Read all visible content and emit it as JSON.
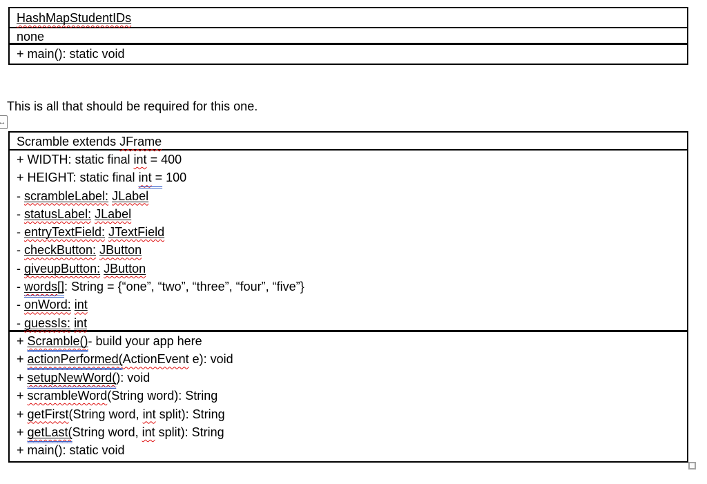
{
  "colors": {
    "text_ink": "#111111",
    "spellcheck_red": "#e01212",
    "grammar_blue": "#3e66cc",
    "table_border": "#000000"
  },
  "icons": {
    "table_move_handle_glyph": "↔",
    "table_resize_handle_glyph": ""
  },
  "paragraph": {
    "text": "This is all that should be required for this one."
  },
  "hashmap_table": {
    "title": [
      [
        "HashMapStudentIDs",
        "u sq"
      ]
    ],
    "attributes": [
      [
        [
          "none",
          ""
        ]
      ]
    ],
    "methods": [
      [
        [
          "+ main(): static void",
          ""
        ]
      ]
    ]
  },
  "scramble_table": {
    "title": [
      [
        "Scramble extends ",
        ""
      ],
      [
        "JFrame",
        "sq"
      ]
    ],
    "attributes": [
      [
        [
          "+ WIDTH: static final ",
          ""
        ],
        [
          "int",
          "sq"
        ],
        [
          " = 400",
          ""
        ]
      ],
      [
        [
          "+ HEIGHT: static final ",
          ""
        ],
        [
          "int",
          "bl sq"
        ],
        [
          " =",
          "bl"
        ],
        [
          " 100",
          ""
        ]
      ],
      [
        [
          "- ",
          ""
        ],
        [
          "scrambleLabel:",
          "u sq"
        ],
        [
          " ",
          ""
        ],
        [
          "JLabel",
          "u sq"
        ]
      ],
      [
        [
          "- ",
          ""
        ],
        [
          "statusLabel:",
          "u sq"
        ],
        [
          " ",
          ""
        ],
        [
          "JLabel",
          "u sq"
        ]
      ],
      [
        [
          "- ",
          ""
        ],
        [
          "entryTextField:",
          "u sq"
        ],
        [
          " ",
          ""
        ],
        [
          "JTextField",
          "u sq"
        ]
      ],
      [
        [
          "- ",
          ""
        ],
        [
          "checkButton:",
          "u sq"
        ],
        [
          " ",
          ""
        ],
        [
          "JButton",
          "u sq"
        ]
      ],
      [
        [
          "- ",
          ""
        ],
        [
          "giveupButton:",
          "u sq"
        ],
        [
          " ",
          ""
        ],
        [
          "JButton",
          "u sq"
        ]
      ],
      [
        [
          "- ",
          ""
        ],
        [
          "words",
          "u bl sq"
        ],
        [
          "[]",
          "u bl"
        ],
        [
          ": String = {“one”, “two”, “three”, “four”, “five”}",
          ""
        ]
      ],
      [
        [
          "- ",
          ""
        ],
        [
          "onWord:",
          "u sq"
        ],
        [
          " ",
          ""
        ],
        [
          "int",
          "u sq"
        ]
      ],
      [
        [
          "- ",
          ""
        ],
        [
          "guessIs:",
          "u sq"
        ],
        [
          " ",
          ""
        ],
        [
          "int",
          "u sq"
        ]
      ]
    ],
    "methods": [
      [
        [
          "+ ",
          ""
        ],
        [
          "Scramble()",
          "u bl sq"
        ],
        [
          "- build your app here",
          ""
        ]
      ],
      [
        [
          "+ ",
          ""
        ],
        [
          "actionPerformed(",
          "u bl sq"
        ],
        [
          "ActionEvent",
          "sq"
        ],
        [
          " e): void",
          ""
        ]
      ],
      [
        [
          "+ ",
          ""
        ],
        [
          "setupNewWord(",
          "u bl sq"
        ],
        [
          "): void",
          ""
        ]
      ],
      [
        [
          "+ ",
          ""
        ],
        [
          "scrambleWord",
          "sq"
        ],
        [
          "(String word): String",
          ""
        ]
      ],
      [
        [
          "+ ",
          ""
        ],
        [
          "getFirst",
          "sq"
        ],
        [
          "(String word, ",
          ""
        ],
        [
          "int",
          "sq"
        ],
        [
          " split): String",
          ""
        ]
      ],
      [
        [
          "+ ",
          ""
        ],
        [
          "getLast(",
          "u bl sq"
        ],
        [
          "String word, ",
          ""
        ],
        [
          "int",
          "sq"
        ],
        [
          " split): String",
          ""
        ]
      ],
      [
        [
          "+ main(): static void",
          ""
        ]
      ]
    ]
  }
}
